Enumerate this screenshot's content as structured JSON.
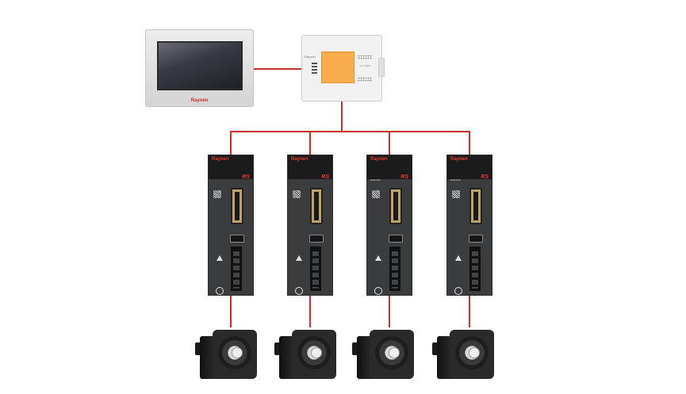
{
  "hmi": {
    "brand": "Raynen"
  },
  "plc": {
    "brand": "Raynen",
    "model": "R-C 16MT"
  },
  "drives": [
    {
      "brand": "Raynen",
      "badge": "RS",
      "subtitle": ""
    },
    {
      "brand": "Raynen",
      "badge": "RS",
      "subtitle": ""
    },
    {
      "brand": "Raynen",
      "badge": "RS",
      "subtitle": "EtherCAT"
    },
    {
      "brand": "Raynen",
      "badge": "RS",
      "subtitle": "EtherCAT"
    }
  ],
  "colors": {
    "wire": "#c8312b",
    "plc_window": "#f8ac4e",
    "drive_body": "#3b3c3e"
  }
}
